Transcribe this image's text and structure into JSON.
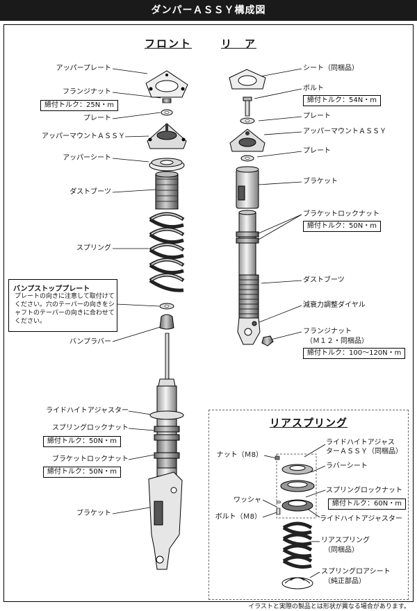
{
  "header": {
    "title": "ダンパーＡＳＳＹ構成図"
  },
  "sections": {
    "front": "フロント",
    "rear": "リ　ア",
    "rear_spring": "リアスプリング"
  },
  "front_labels": {
    "upper_plate": "アッパープレート",
    "flange_nut": "フランジナット",
    "flange_nut_torque": "締付トルク：25N・m",
    "plate": "プレート",
    "upper_mount": "アッパーマウントＡＳＳＹ",
    "upper_seat": "アッパーシート",
    "dust_boots": "ダストブーツ",
    "spring": "スプリング",
    "bump_rubber": "バンプラバー",
    "ride_height_adjuster": "ライドハイトアジャスター",
    "spring_lock_nut": "スプリングロックナット",
    "spring_lock_nut_torque": "締付トルク：50N・m",
    "bracket_lock_nut": "ブラケットロックナット",
    "bracket_lock_nut_torque": "締付トルク：50N・m",
    "bracket": "ブラケット"
  },
  "note": {
    "title": "バンプストッププレート",
    "body": "プレートの向きに注意して取付けてください。穴のテーパーの向きをシャフトのテーパーの向きに合わせてください。"
  },
  "rear_labels": {
    "seat": "シート（同梱品）",
    "bolt": "ボルト",
    "bolt_torque": "締付トルク：54N・m",
    "plate1": "プレート",
    "upper_mount": "アッパーマウントＡＳＳＹ",
    "plate2": "プレート",
    "bracket": "ブラケット",
    "bracket_lock_nut": "ブラケットロックナット",
    "bracket_lock_nut_torque": "締付トルク：50N・m",
    "dust_boots": "ダストブーツ",
    "damping_dial": "減衰力調整ダイヤル",
    "flange_nut": "フランジナット",
    "flange_nut_sub": "（Ｍ１２・同梱品）",
    "flange_nut_torque": "締付トルク：100〜120N・m"
  },
  "rear_spring_labels": {
    "nut": "ナット（Ｍ8）",
    "ride_height_line1": "ライドハイトアジャス",
    "ride_height_line2": "ターＡＳＳＹ（同梱品）",
    "rubber_seat": "ラバーシート",
    "spring_lock_nut": "スプリングロックナット",
    "spring_lock_nut_torque": "締付トルク：60N・m",
    "washer": "ワッシャ",
    "bolt": "ボルト（Ｍ8）",
    "ride_height_adjuster": "ライドハイトアジャスター",
    "rear_spring": "リアスプリング",
    "rear_spring_sub": "（同梱品）",
    "lower_seat": "スプリングロアシート",
    "lower_seat_sub": "（純正部品）"
  },
  "footnote": "イラストと実際の製品とは形状が異なる場合があります。"
}
